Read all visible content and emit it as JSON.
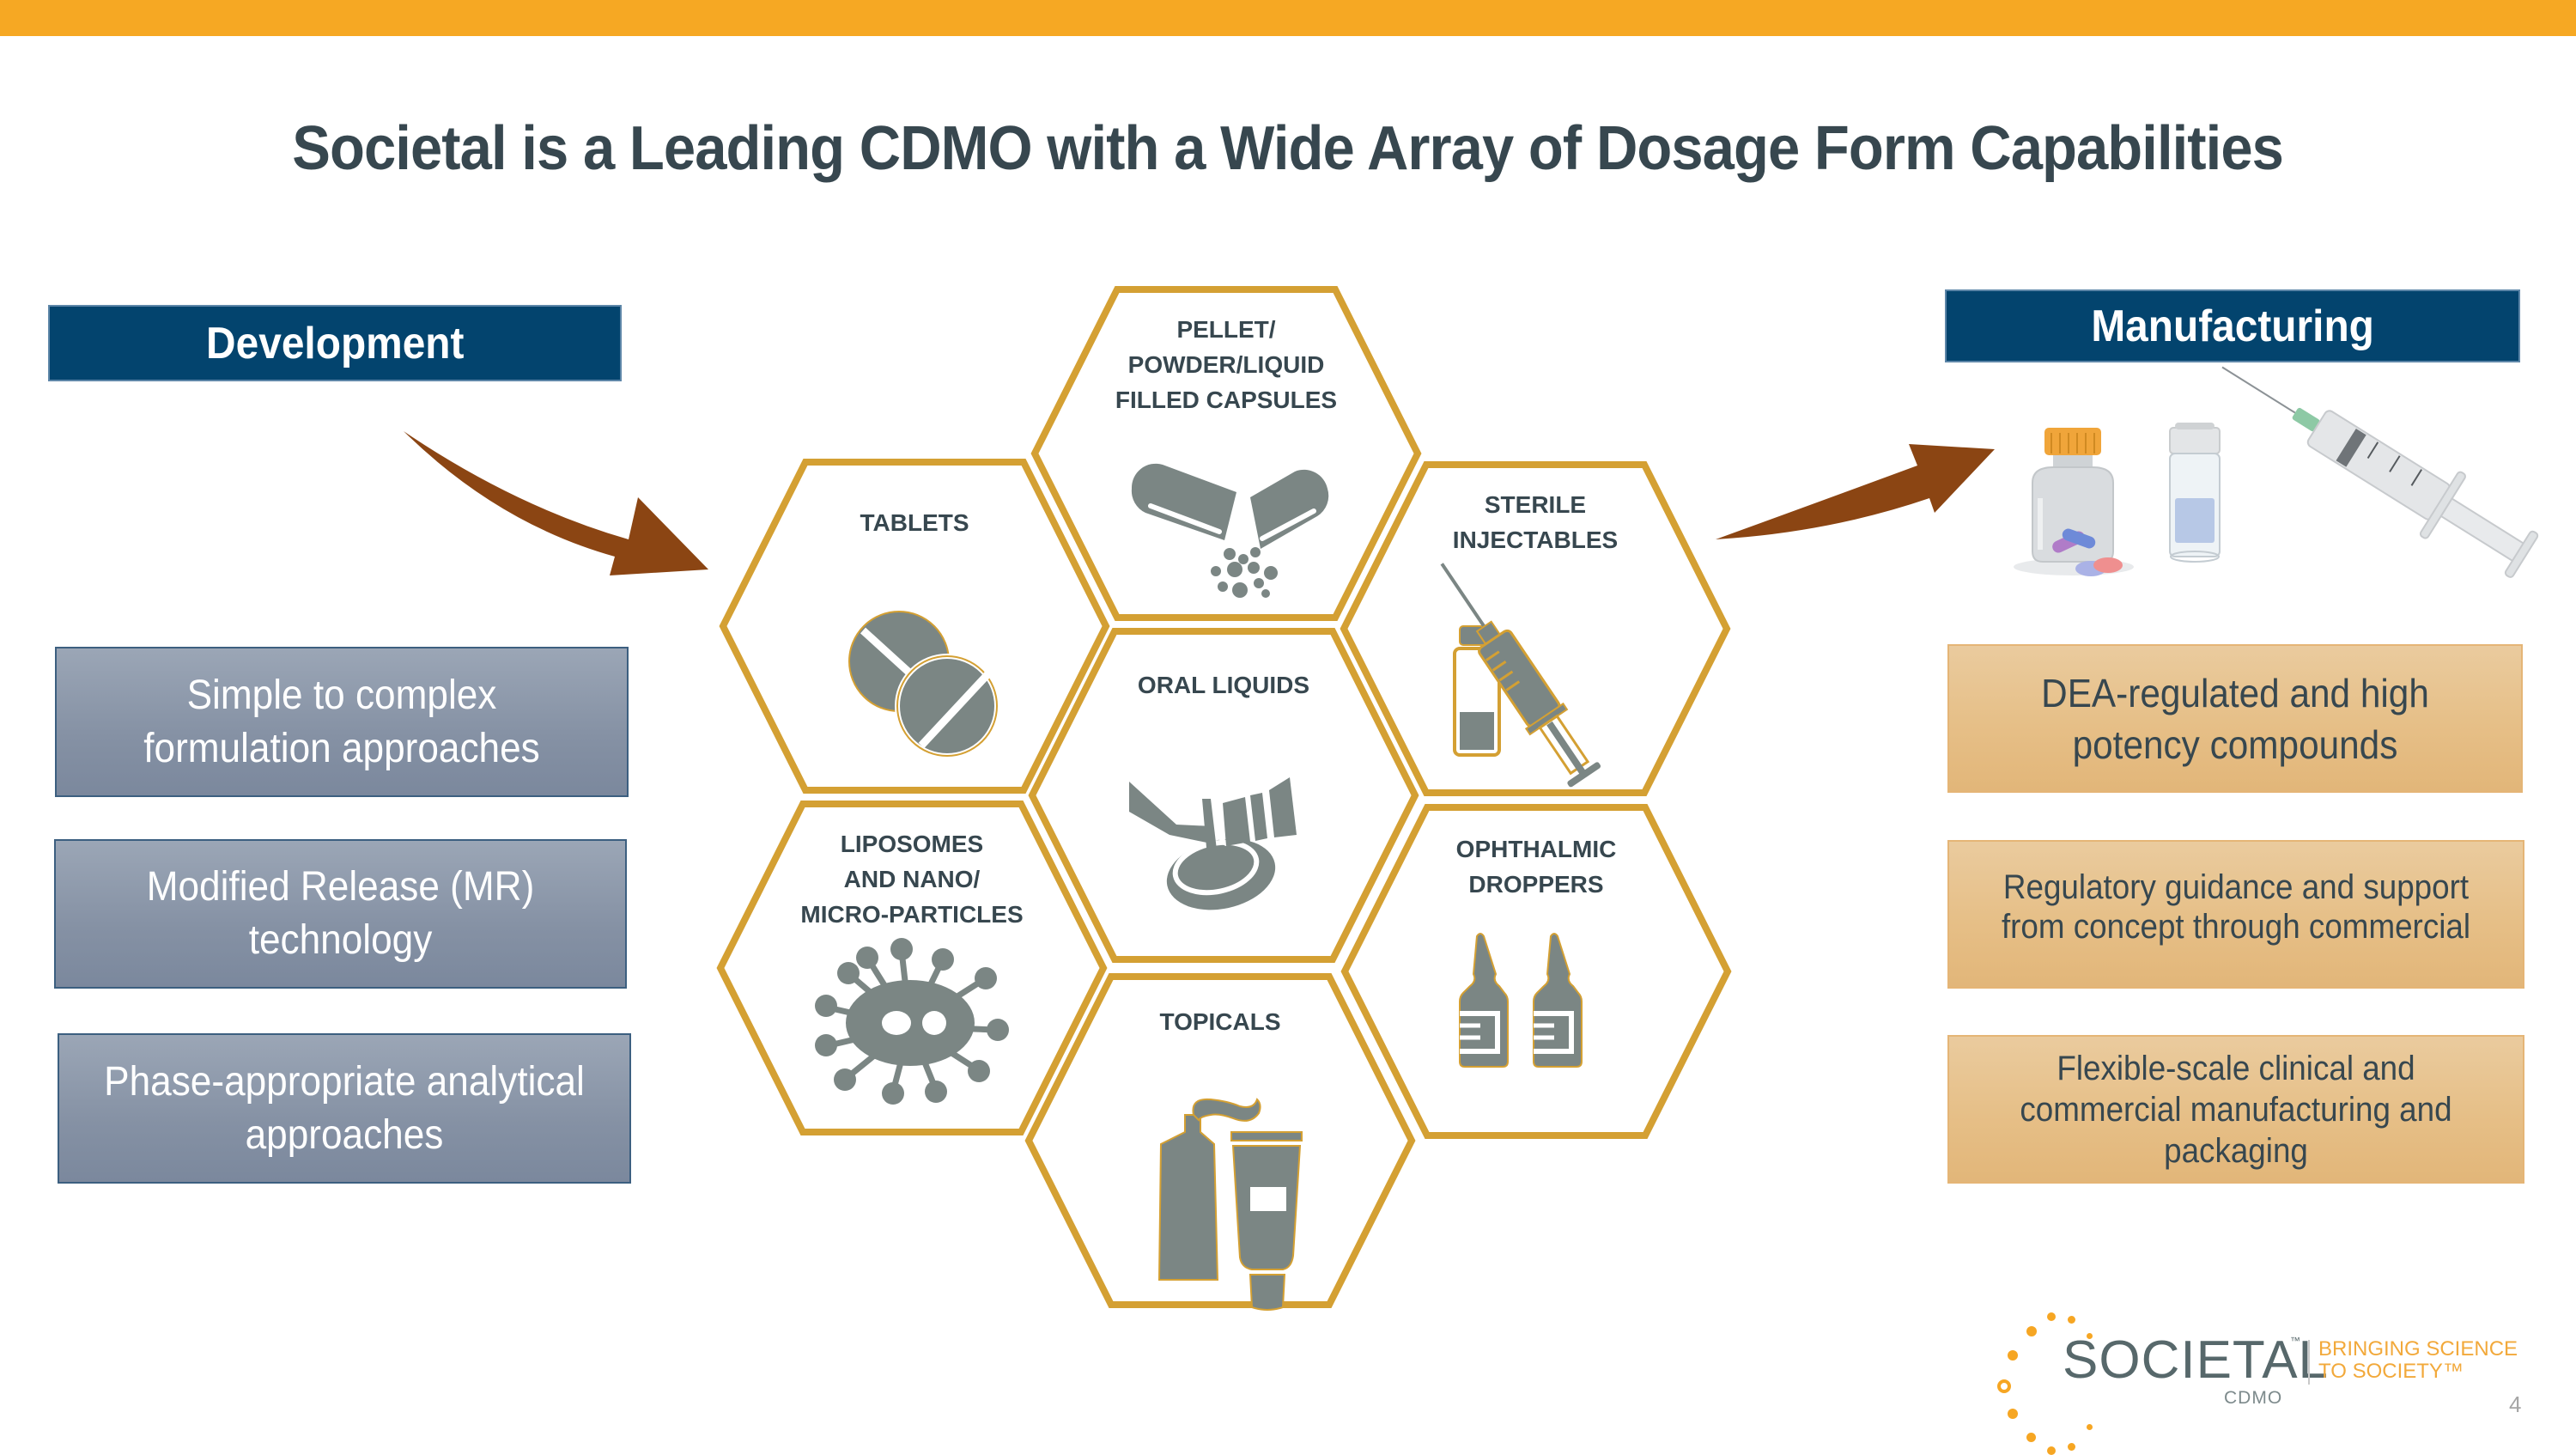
{
  "slide": {
    "title": "Societal is a Leading CDMO with a Wide Array of Dosage Form Capabilities",
    "page_number": "4",
    "colors": {
      "top_bar": "#f6a823",
      "title": "#37474f",
      "header_box": "#03446e",
      "hex_border": "#d4a033",
      "icon_fill": "#7b8684",
      "arrow": "#8b4513",
      "dev_card": "#8591a4",
      "mfg_card": "#e6bf87",
      "logo_text": "#57686b",
      "logo_accent": "#f2a93b"
    }
  },
  "development": {
    "header": "Development",
    "cards": [
      "Simple to complex formulation approaches",
      "Modified Release (MR) technology",
      "Phase-appropriate analytical approaches"
    ]
  },
  "manufacturing": {
    "header": "Manufacturing",
    "illustration": [
      "pill-bottle-icon",
      "vial-icon",
      "syringe-icon"
    ],
    "cards": [
      "DEA-regulated and high potency compounds",
      "Regulatory guidance and support from concept through commercial",
      "Flexible-scale clinical and commercial manufacturing and packaging"
    ]
  },
  "dosage_forms": [
    {
      "id": "tablets",
      "lines": [
        "TABLETS"
      ],
      "icon": "tablets-icon"
    },
    {
      "id": "capsules",
      "lines": [
        "PELLET/",
        "POWDER/LIQUID",
        "FILLED CAPSULES"
      ],
      "icon": "capsule-icon"
    },
    {
      "id": "oral-liquids",
      "lines": [
        "ORAL LIQUIDS"
      ],
      "icon": "spoon-bottle-icon"
    },
    {
      "id": "sterile-injectables",
      "lines": [
        "STERILE",
        "INJECTABLES"
      ],
      "icon": "vial-syringe-icon"
    },
    {
      "id": "liposomes",
      "lines": [
        "LIPOSOMES",
        "AND NANO/",
        "MICRO-PARTICLES"
      ],
      "icon": "particle-icon"
    },
    {
      "id": "ophthalmic",
      "lines": [
        "OPHTHALMIC",
        "DROPPERS"
      ],
      "icon": "dropper-bottles-icon"
    },
    {
      "id": "topicals",
      "lines": [
        "TOPICALS"
      ],
      "icon": "tubes-icon"
    }
  ],
  "logo": {
    "wordmark": "SOCIETAL",
    "tm": "™",
    "sub": "CDMO",
    "tagline_line1": "BRINGING SCIENCE",
    "tagline_line2": "TO SOCIETY™"
  }
}
